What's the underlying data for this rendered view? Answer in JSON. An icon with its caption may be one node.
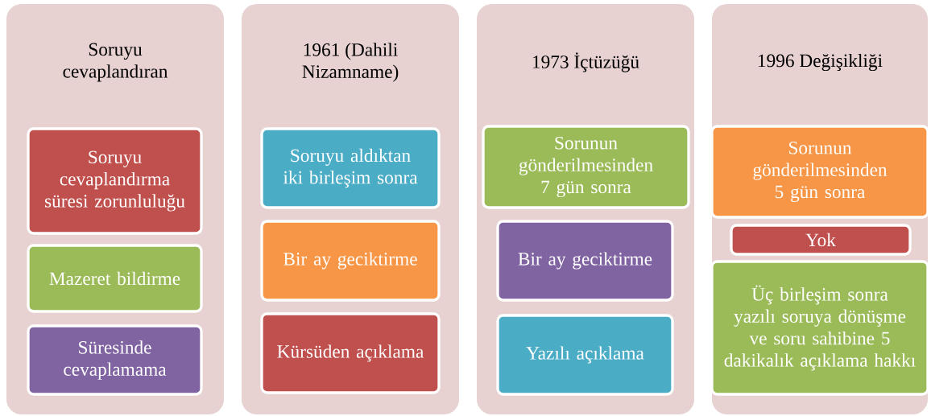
{
  "diagram": {
    "nodes": [
      {
        "text": [
          "Soruyu cevaplandıran"
        ]
      },
      {
        "text": [
          "Soruyu cevaplandırma süresi zorunluluğu"
        ],
        "in": 0
      },
      {
        "text": [
          "Mazeret bildirme"
        ],
        "in": 0
      },
      {
        "text": [
          "Süresinde cevaplamama"
        ],
        "in": 0
      },
      {
        "text": [
          "1961 (Dahili Nizamname)"
        ]
      },
      {
        "text": [
          "Soruyu aldıktan iki birleşim sonra"
        ],
        "in": 4
      },
      {
        "text": [
          "Bir ay geciktirme"
        ],
        "in": 4
      },
      {
        "text": [
          "Kürsüden açıklama"
        ],
        "in": 4
      },
      {
        "text": [
          "1973 İçtüzüğü"
        ]
      },
      {
        "text": [
          "Sorunun gönderilmesinden 7 gün sonra"
        ],
        "in": 8
      },
      {
        "text": [
          "Bir ay geciktirme"
        ],
        "in": 8
      },
      {
        "text": [
          "Yazılı açıklama"
        ],
        "in": 8
      },
      {
        "text": [
          "1996 Değişikliği"
        ]
      },
      {
        "text": [
          "Sorunun gönderilmesinden 5 gün sonra"
        ],
        "in": 12
      },
      {
        "text": [
          "Yok"
        ],
        "in": 12
      },
      {
        "text": [
          "Üç birleşim sonra yazılı soruya dönüşme ve soru sahibine 5 dakikalık açıklama hakkı"
        ],
        "in": 12
      }
    ]
  }
}
